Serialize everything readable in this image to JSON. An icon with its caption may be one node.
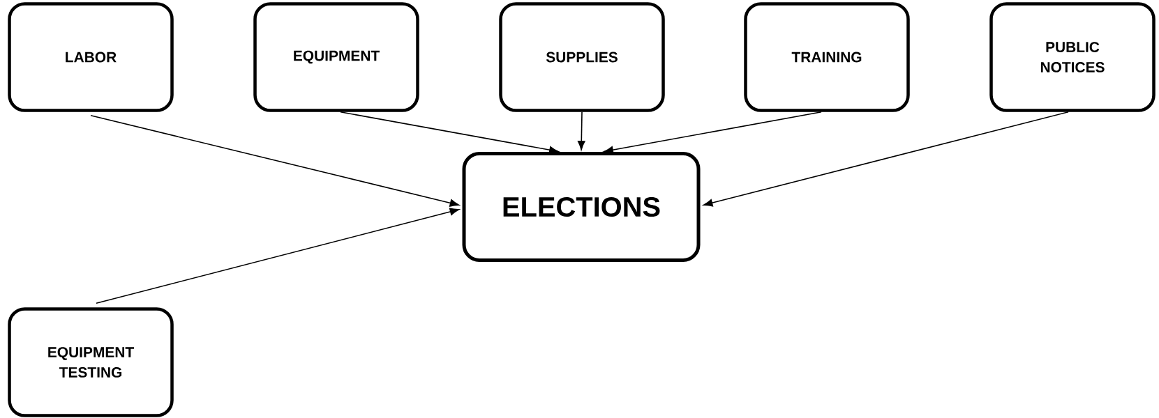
{
  "diagram": {
    "nodes": [
      {
        "text": [
          "LABOR"
        ]
      },
      {
        "text": [
          "EQUIPMENT"
        ]
      },
      {
        "text": [
          "SUPPLIES"
        ]
      },
      {
        "text": [
          "TRAINING"
        ]
      },
      {
        "text": [
          "PUBLIC NOTICES"
        ]
      },
      {
        "text": [
          "ELECTIONS"
        ]
      },
      {
        "text": [
          "EQUIPMENT TESTING"
        ]
      }
    ],
    "edges": [
      {
        "from": 0,
        "to": 5,
        "arrow": "to"
      },
      {
        "from": 1,
        "to": 5,
        "arrow": "to"
      },
      {
        "from": 2,
        "to": 5,
        "arrow": "to"
      },
      {
        "from": 3,
        "to": 5,
        "arrow": "to"
      },
      {
        "from": 4,
        "to": 5,
        "arrow": "to"
      },
      {
        "from": 6,
        "to": 5,
        "arrow": "to"
      }
    ]
  }
}
